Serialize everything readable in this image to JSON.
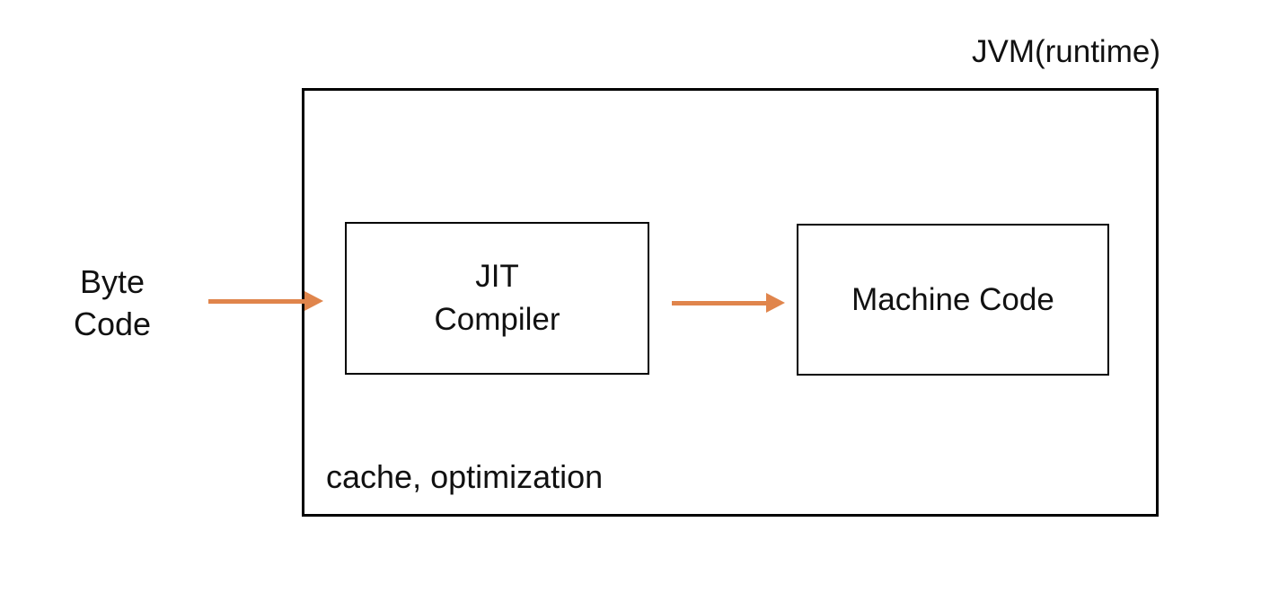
{
  "diagram": {
    "jvm_label": "JVM(runtime)",
    "byte_code": {
      "line1": "Byte",
      "line2": "Code"
    },
    "jit_compiler": {
      "line1": "JIT",
      "line2": "Compiler"
    },
    "machine_code": {
      "label": "Machine Code"
    },
    "cache_note": "cache, optimization",
    "flow": [
      "Byte Code",
      "JIT Compiler",
      "Machine Code"
    ]
  },
  "colors": {
    "bg": "#ffffff",
    "border": "#000000",
    "text": "#111111",
    "arrow": "#E0854C"
  }
}
